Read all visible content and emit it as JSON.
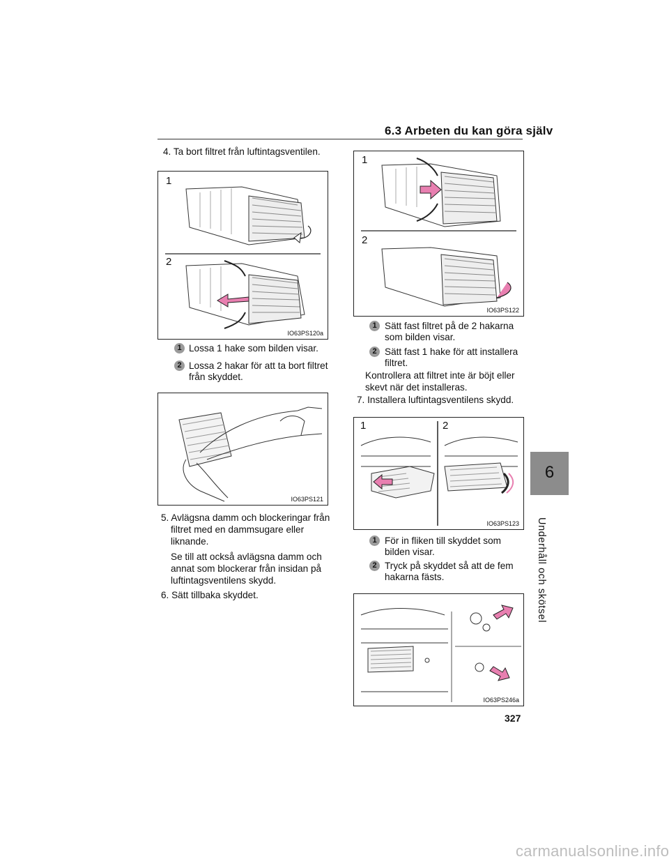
{
  "header": {
    "section_title": "6.3  Arbeten du kan göra själv"
  },
  "side_tab": {
    "chapter_number": "6",
    "chapter_title": "Underhåll och skötsel"
  },
  "left_column": {
    "step4": "4. Ta bort filtret från luftintagsventilen.",
    "fig1": {
      "label1": "1",
      "label2": "2",
      "code": "IO63PS120a"
    },
    "fig1_items": [
      {
        "badge": "1",
        "line1": "Lossa 1 hake som bilden visar.",
        "line2": ""
      },
      {
        "badge": "2",
        "line1": "Lossa 2 hakar för att ta bort filtret",
        "line2": "från skyddet."
      }
    ],
    "fig2": {
      "code": "IO63PS121"
    },
    "step5": {
      "line1": "5. Avlägsna damm och blockeringar från",
      "line2": "filtret med en dammsugare eller",
      "line3": "liknande."
    },
    "step5_note": {
      "line1": "Se till att också avlägsna damm och",
      "line2": "annat som blockerar från insidan på",
      "line3": "luftintagsventilens skydd."
    },
    "step6": "6. Sätt tillbaka skyddet."
  },
  "right_column": {
    "fig3": {
      "label1": "1",
      "label2": "2",
      "code": "IO63PS122"
    },
    "fig3_items": [
      {
        "badge": "1",
        "line1": "Sätt fast filtret på de 2 hakarna",
        "line2": "som bilden visar."
      },
      {
        "badge": "2",
        "line1": "Sätt fast 1 hake för att installera",
        "line2": "filtret."
      }
    ],
    "fig3_note": {
      "line1": "Kontrollera att filtret inte är böjt eller",
      "line2": "skevt när det installeras."
    },
    "step7": "7. Installera luftintagsventilens skydd.",
    "fig4": {
      "label1": "1",
      "label2": "2",
      "code": "IO63PS123"
    },
    "fig4_items": [
      {
        "badge": "1",
        "line1": "För in fliken till skyddet som",
        "line2": "bilden visar."
      },
      {
        "badge": "2",
        "line1": "Tryck på skyddet så att de fem",
        "line2": "hakarna fästs."
      }
    ],
    "fig5": {
      "code": "IO63PS246a"
    }
  },
  "footer": {
    "page_number": "327",
    "watermark": "carmanualsonline.info"
  },
  "colors": {
    "tab": "#8c8c8c",
    "arrow": "#e87fb0",
    "rule": "#333333"
  }
}
